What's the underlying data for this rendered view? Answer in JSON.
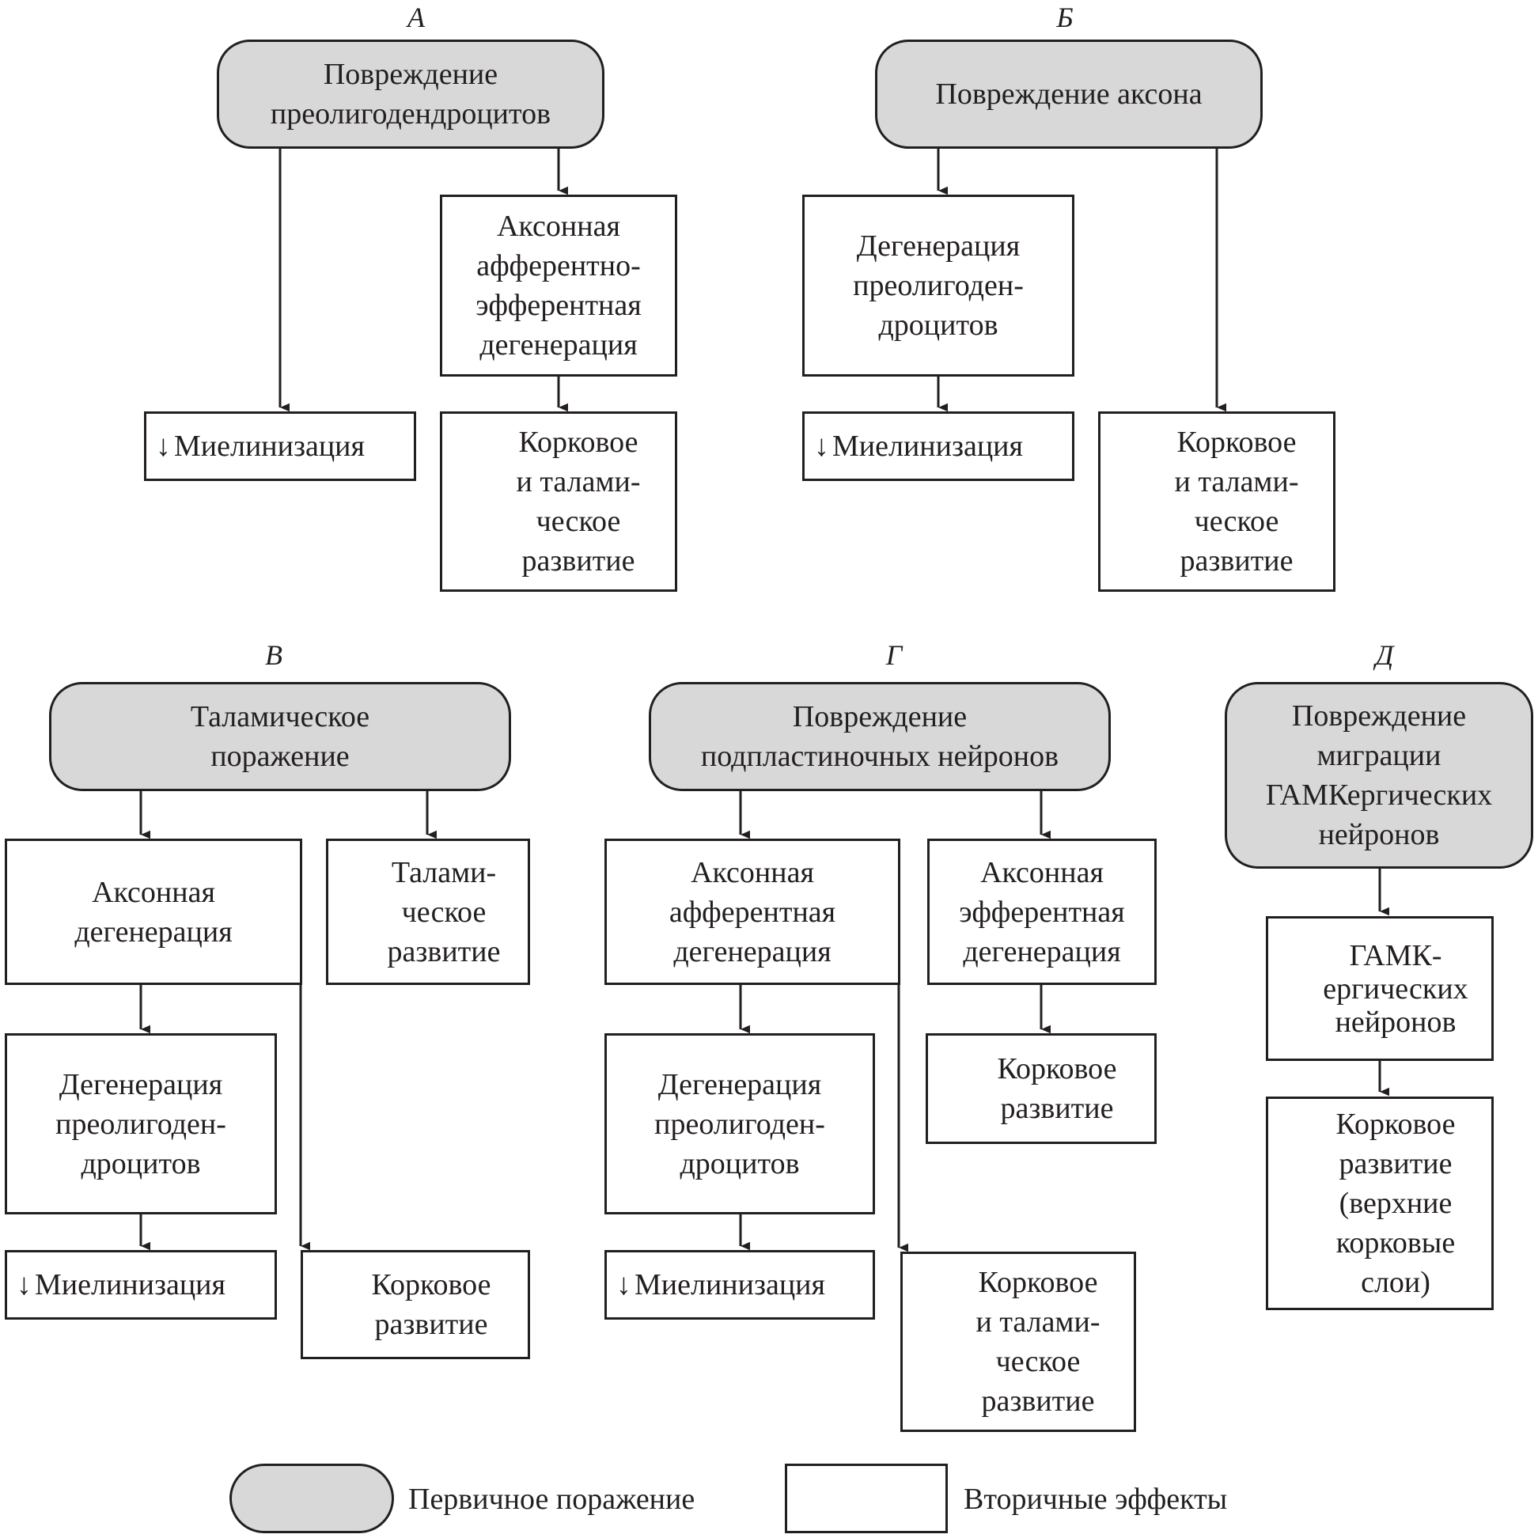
{
  "panels": {
    "a": {
      "letter": "А",
      "primary": "Повреждение\nпреолигодендроцитов",
      "axonal": "Аксонная\nафферентно-\nэфферентная\nдегенерация",
      "myelination": "Миелинизация",
      "cortical": "Корковое\nи талами-\nческое\nразвитие"
    },
    "b": {
      "letter": "Б",
      "primary": "Повреждение аксона",
      "degeneration": "Дегенерация\nпреолигоден-\nдроцитов",
      "myelination": "Миелинизация",
      "cortical": "Корковое\nи талами-\nческое\nразвитие"
    },
    "v": {
      "letter": "В",
      "primary": "Таламическое\nпоражение",
      "axonal": "Аксонная\nдегенерация",
      "thalamic": "Талами-\nческое\nразвитие",
      "degeneration": "Дегенерация\nпреолигоден-\nдроцитов",
      "myelination": "Миелинизация",
      "cortical": "Корковое\nразвитие"
    },
    "g": {
      "letter": "Г",
      "primary": "Повреждение\nподпластиночных нейронов",
      "afferent": "Аксонная\nафферентная\nдегенерация",
      "efferent": "Аксонная\nэфферентная\nдегенерация",
      "cortical_small": "Корковое\nразвитие",
      "degeneration": "Дегенерация\nпреолигоден-\nдроцитов",
      "myelination": "Миелинизация",
      "cortical": "Корковое\nи талами-\nческое\nразвитие"
    },
    "d": {
      "letter": "Д",
      "primary": "Повреждение\nмиграции\nГАМКергических\nнейронов",
      "gaba": "ГАМК-\nергических\nнейронов",
      "cortical": "Корковое\nразвитие\n(верхние\nкорковые\nслои)"
    }
  },
  "decrease_symbol": "↓",
  "legend": {
    "primary": "Первичное поражение",
    "secondary": "Вторичные эффекты"
  }
}
